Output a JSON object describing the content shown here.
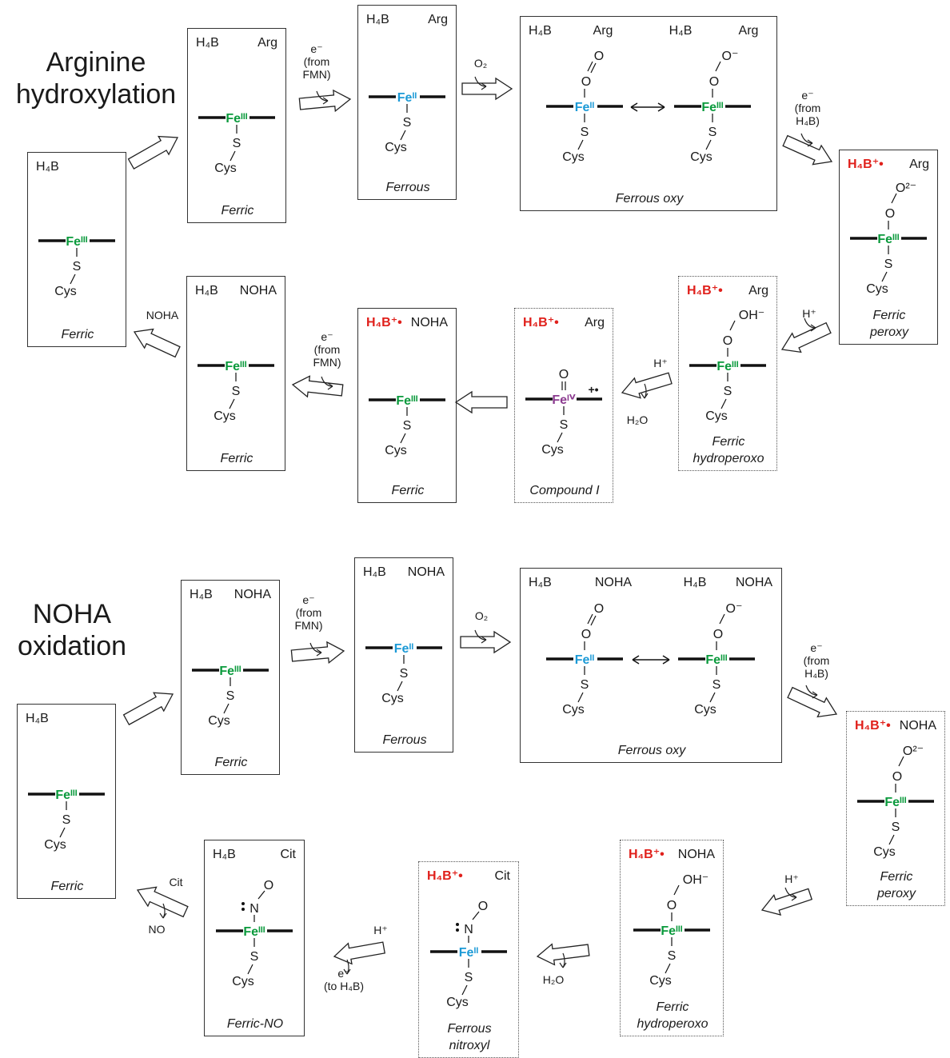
{
  "titles": {
    "section1_line1": "Arginine",
    "section1_line2": "hydroxylation",
    "section2_line1": "NOHA",
    "section2_line2": "oxidation"
  },
  "labels": {
    "ferric": "Ferric",
    "ferrous": "Ferrous",
    "ferrous_oxy": "Ferrous oxy",
    "ferric_peroxy_1": "Ferric",
    "ferric_peroxy_2": "peroxy",
    "ferric_hydroperoxo_1": "Ferric",
    "ferric_hydroperoxo_2": "hydroperoxo",
    "compound_i": "Compound I",
    "ferric_no": "Ferric-NO",
    "ferrous_nitroxyl_1": "Ferrous",
    "ferrous_nitroxyl_2": "nitroxyl"
  },
  "species": {
    "h4b": "H₄B",
    "h4b_radical": "H₄B⁺•",
    "arg": "Arg",
    "noha": "NOHA",
    "cit": "Cit",
    "no": "NO",
    "cys": "Cys",
    "s": "S",
    "o": "O",
    "oh_minus": "OH⁻",
    "o_minus": "O⁻",
    "o_2minus": "O²⁻",
    "n": "N",
    "fe_iii": "Feᴵᴵᴵ",
    "fe_ii": "Feᴵᴵ",
    "fe_iv": "Feᴵⱽ",
    "radical_plus": "+•"
  },
  "arrow_labels": {
    "e_from_fmn": [
      "e⁻",
      "(from",
      "FMN)"
    ],
    "e_from_h4b": [
      "e⁻",
      "(from",
      "H₄B)"
    ],
    "o2": "O₂",
    "h_plus": "H⁺",
    "h2o": "H₂O",
    "e_to_h4b": [
      "e⁻",
      "(to H₄B)"
    ]
  },
  "colors": {
    "fe_iii": "#0a9a3c",
    "fe_ii": "#1c9ad6",
    "fe_iv": "#8b3a8f",
    "radical": "#e0201b",
    "line": "#111111"
  }
}
